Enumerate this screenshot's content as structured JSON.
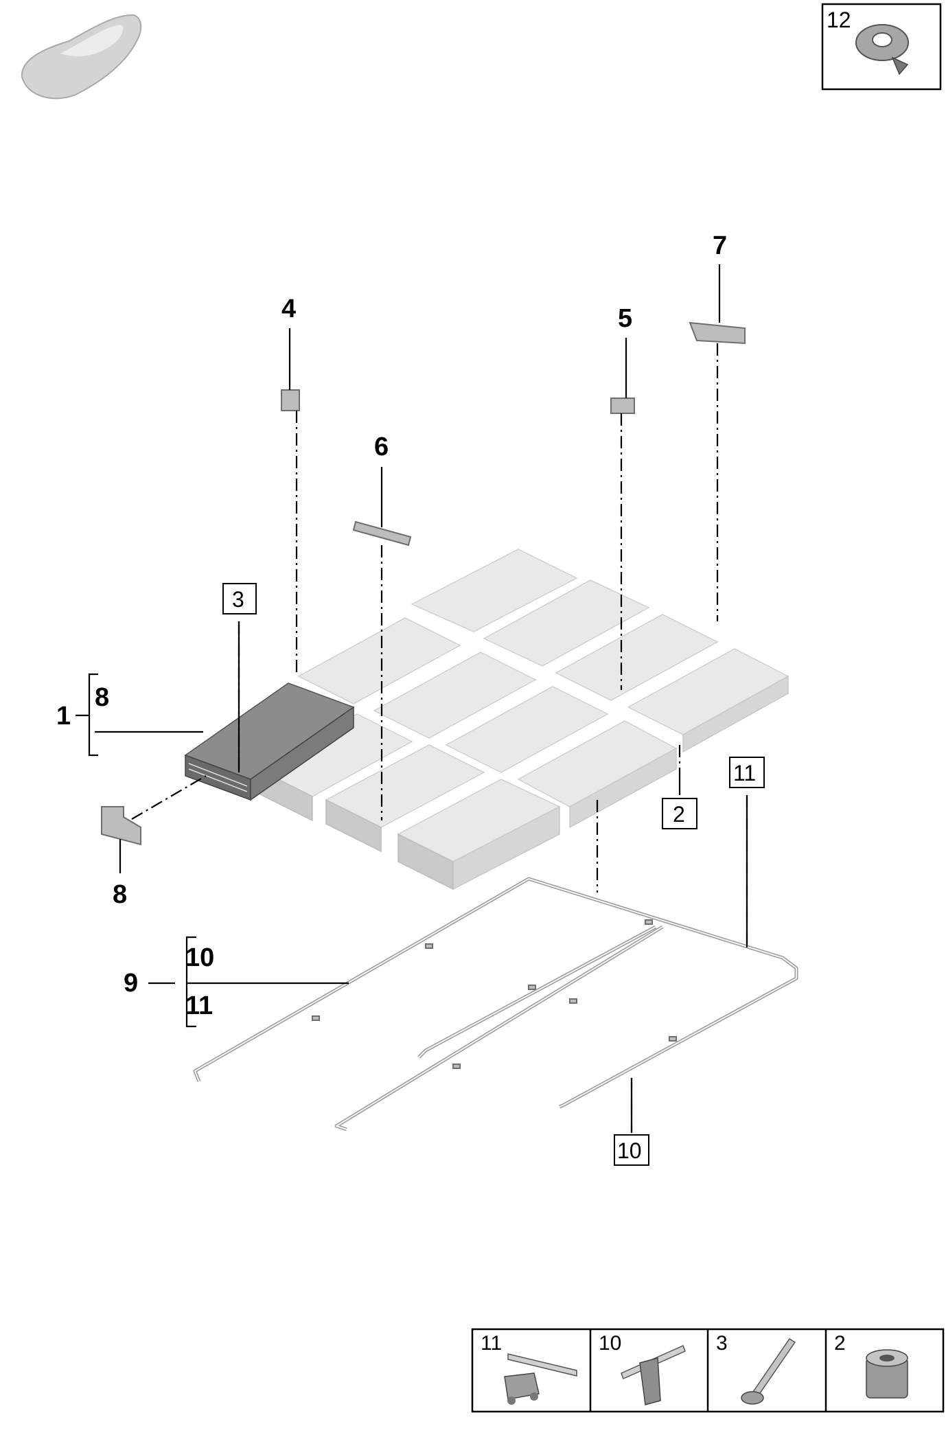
{
  "callouts": {
    "c1": "1",
    "c2": "2",
    "c3": "3",
    "c4": "4",
    "c5": "5",
    "c6": "6",
    "c7": "7",
    "c8a": "8",
    "c8b": "8",
    "c9": "9",
    "c10a": "10",
    "c10b": "10",
    "c11a": "11",
    "c11b": "11",
    "c12": "12"
  },
  "legend_cells": [
    "11",
    "10",
    "3",
    "2"
  ],
  "icons": {
    "car": "car-silhouette-icon",
    "tape": "tape-roll-icon",
    "clip": "clip-icon",
    "clamp": "clamp-icon",
    "bolt": "bolt-icon",
    "nut": "nut-icon"
  }
}
